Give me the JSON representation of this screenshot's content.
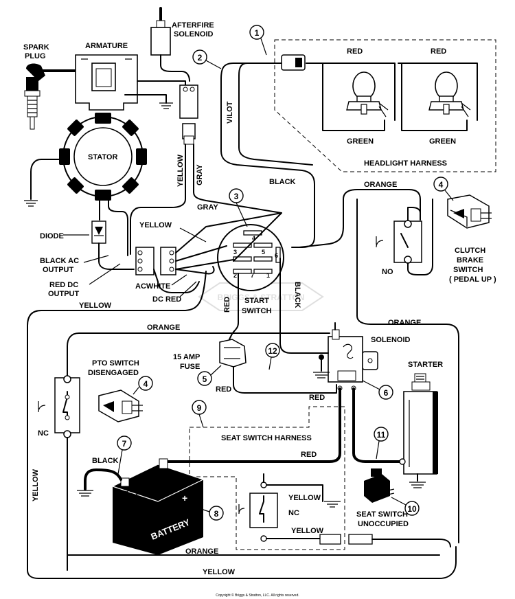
{
  "labels": {
    "spark_plug": [
      "SPARK",
      "PLUG"
    ],
    "armature": "ARMATURE",
    "afterfire_solenoid": [
      "AFTERFIRE",
      "SOLENOID"
    ],
    "stator": "STATOR",
    "diode": "DIODE",
    "black_ac_output": [
      "BLACK AC",
      "OUTPUT"
    ],
    "red_dc_output": [
      "RED DC",
      "OUTPUT"
    ],
    "acwhite": "ACWHITE",
    "dc_red": "DC RED",
    "start_switch": [
      "START",
      "SWITCH"
    ],
    "headlight_harness": "HEADLIGHT HARNESS",
    "clutch_brake_switch": [
      "CLUTCH",
      "BRAKE",
      "SWITCH",
      "( PEDAL UP )"
    ],
    "no": "NO",
    "solenoid": "SOLENOID",
    "starter": "STARTER",
    "fuse": [
      "15 AMP",
      "FUSE"
    ],
    "pto_switch": [
      "PTO SWITCH",
      "DISENGAGED"
    ],
    "nc_left": "NC",
    "nc_seat": "NC",
    "seat_switch_harness": "SEAT SWITCH HARNESS",
    "battery": "BATTERY",
    "seat_switch": [
      "SEAT SWITCH",
      "UNOCCUPIED"
    ],
    "copyright": "Copyright © Briggs & Stratton, LLC. All rights reserved."
  },
  "wires": {
    "vilot": "VILOT",
    "red_1": "RED",
    "red_2": "RED",
    "green_1": "GREEN",
    "green_2": "GREEN",
    "yellow_stator": "YELLOW",
    "gray_stator": "GRAY",
    "black_top": "BLACK",
    "orange_top": "ORANGE",
    "gray_switch": "GRAY",
    "yellow_switch": "YELLOW",
    "yellow_long": "YELLOW",
    "red_switch": "RED",
    "black_switch": "BLACK",
    "orange_mid": "ORANGE",
    "orange_right": "ORANGE",
    "red_fuse": "RED",
    "red_solenoid": "RED",
    "black_battery": "BLACK",
    "red_battery": "RED",
    "yellow_left": "YELLOW",
    "yellow_seat_1": "YELLOW",
    "yellow_seat_2": "YELLOW",
    "orange_bottom": "ORANGE",
    "yellow_bottom": "YELLOW"
  },
  "switch_terminals": [
    "1",
    "2",
    "3",
    "4",
    "5",
    "6",
    "7"
  ],
  "callouts": [
    "1",
    "2",
    "3",
    "4",
    "4",
    "5",
    "6",
    "7",
    "8",
    "9",
    "10",
    "11",
    "12"
  ],
  "watermark": "BRIGGS & STRATTON"
}
